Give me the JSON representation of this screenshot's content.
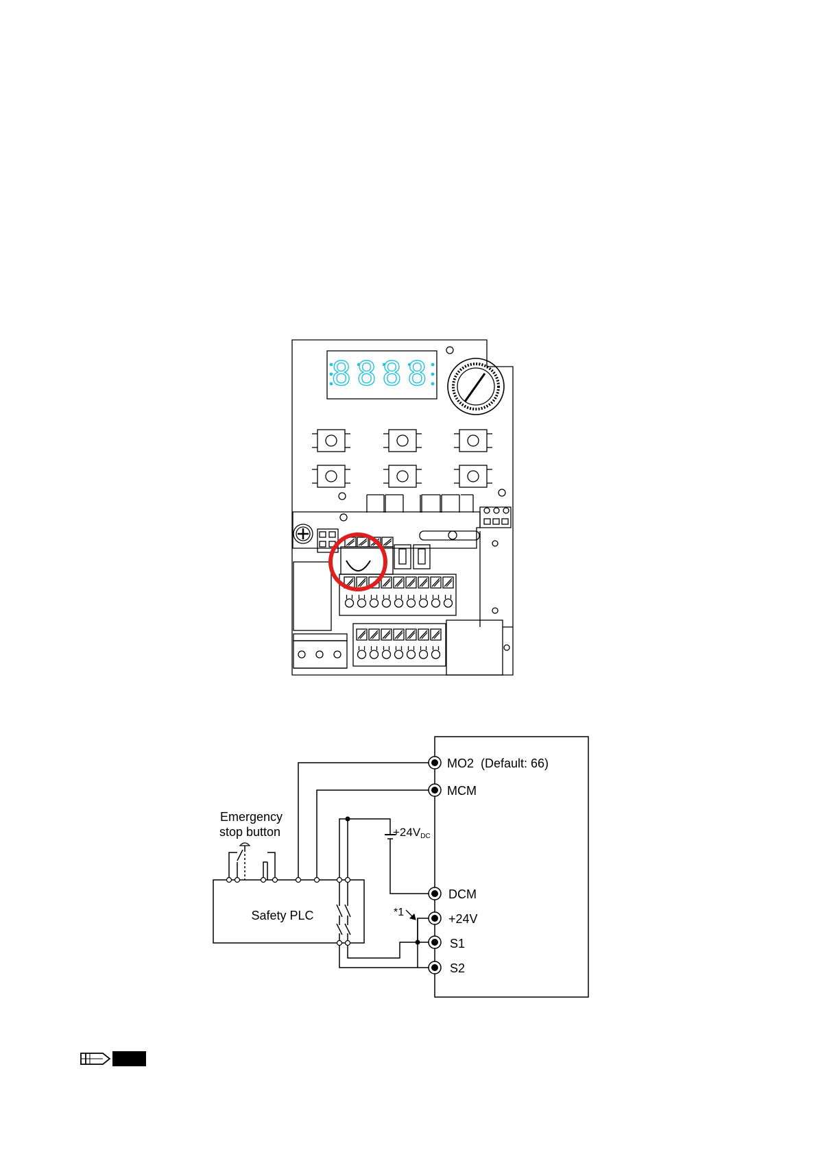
{
  "board": {
    "display_digits": "8888",
    "display_color": "#22c4e0",
    "highlight_color": "#e01e1e"
  },
  "wiring": {
    "terminals": [
      {
        "id": "mo2",
        "label": "MO2  (Default: 66)"
      },
      {
        "id": "mcm",
        "label": "MCM"
      },
      {
        "id": "dcm",
        "label": "DCM"
      },
      {
        "id": "p24",
        "label": "+24V"
      },
      {
        "id": "s1",
        "label": "S1"
      },
      {
        "id": "s2",
        "label": "S2"
      }
    ],
    "supply_label_main": "+24V",
    "supply_label_sub": "DC",
    "estop_label_line1": "Emergency",
    "estop_label_line2": "stop button",
    "plc_label": "Safety PLC",
    "footnote_marker": "*1"
  },
  "note_icon": "pencil-note-icon"
}
